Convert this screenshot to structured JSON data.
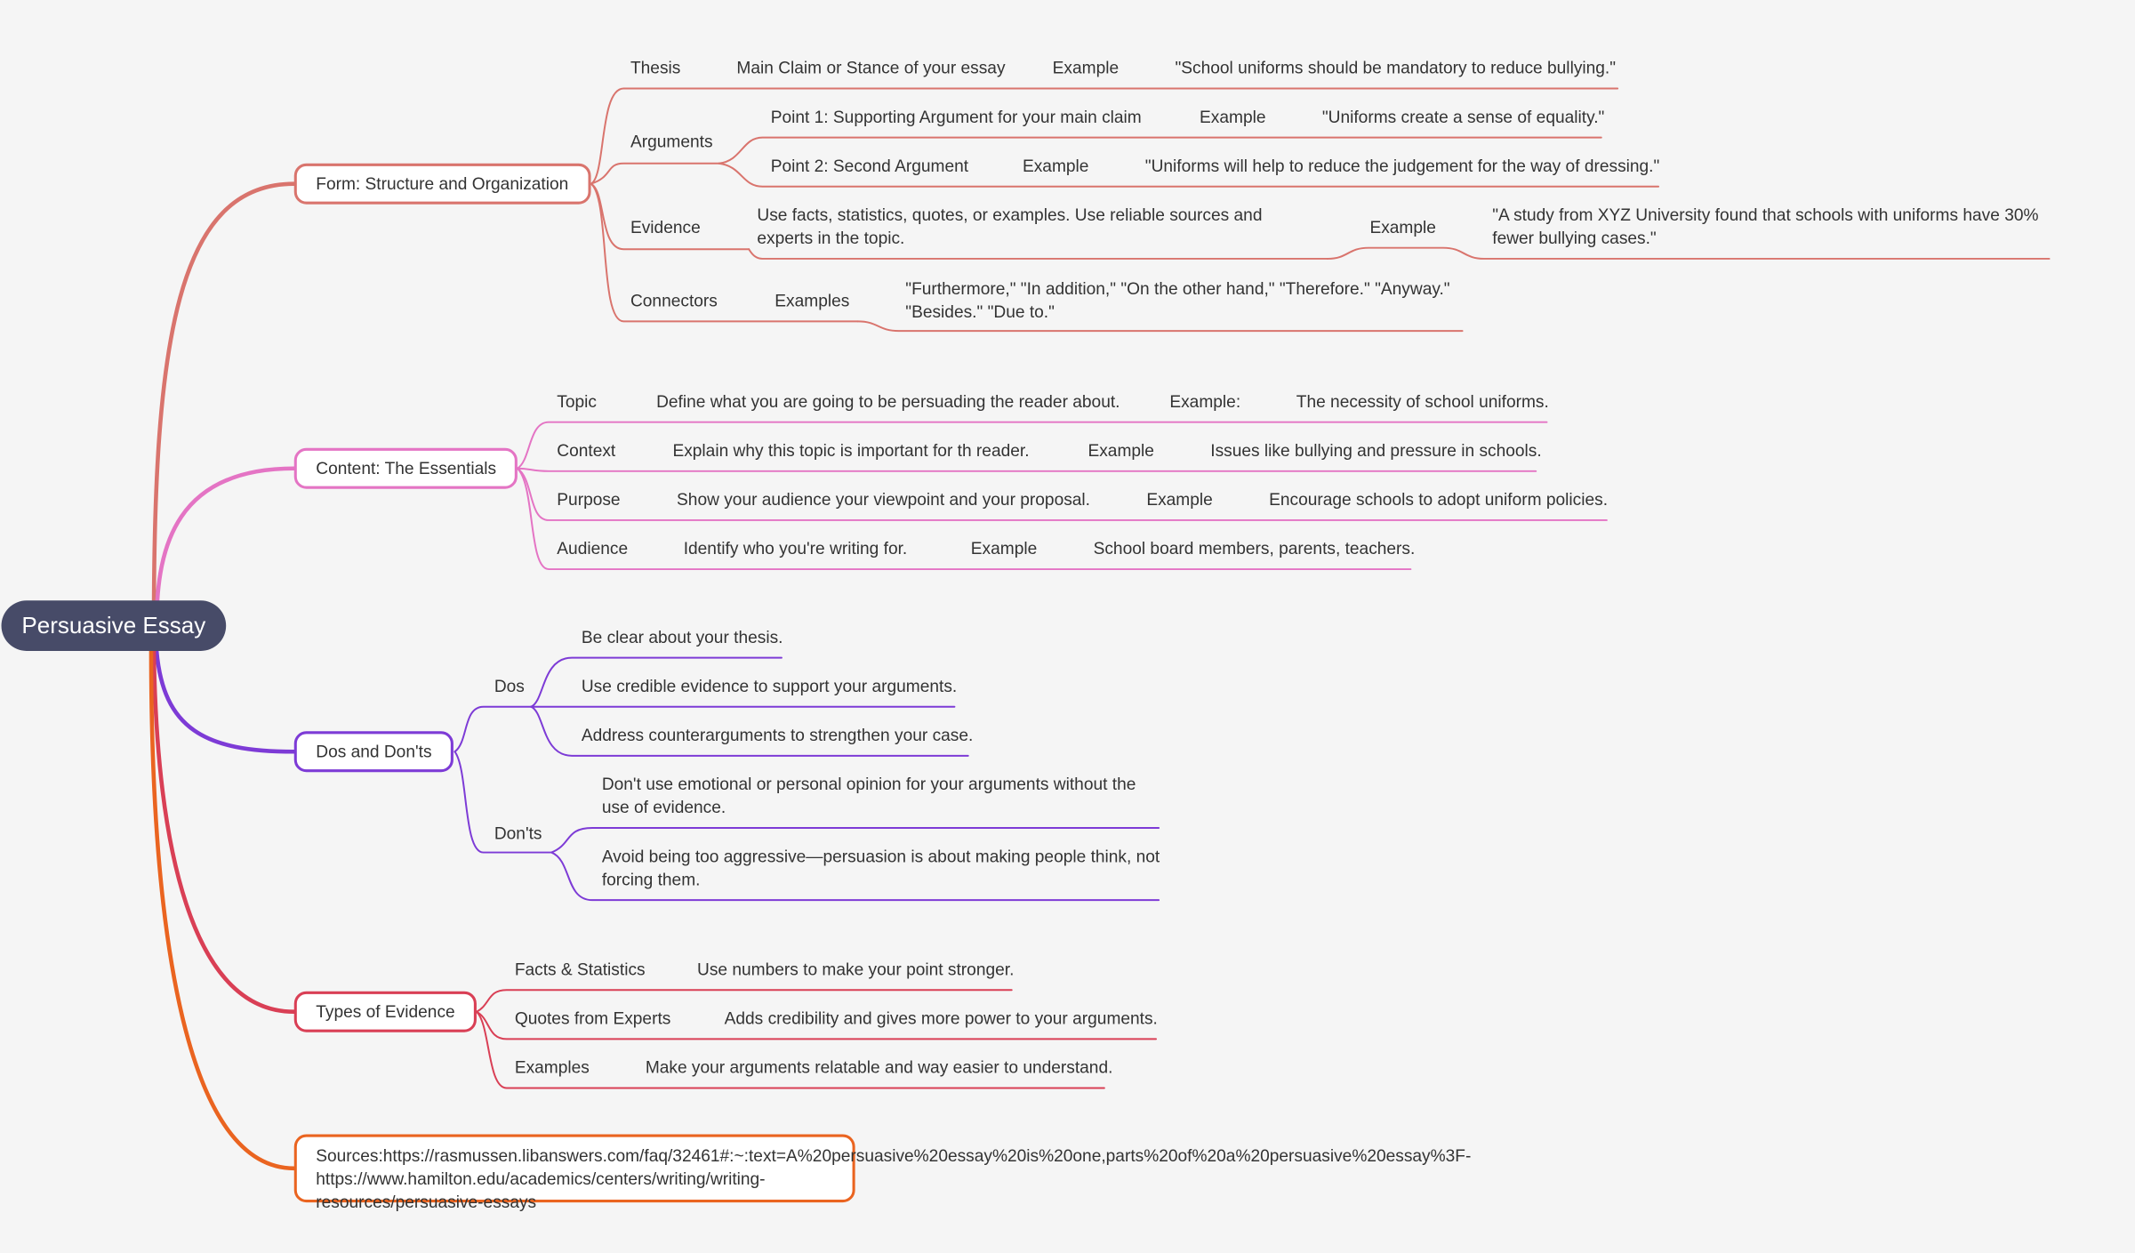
{
  "root": "Persuasive Essay",
  "colors": {
    "root_fill": "#474b68",
    "form": "#d9746d",
    "content": "#e474c4",
    "dos": "#7d3bd6",
    "evidence": "#d93f55",
    "sources": "#ea6420",
    "background": "#f5f5f5"
  },
  "branches": {
    "form": {
      "label": "Form: Structure and Organization",
      "thesis": {
        "label": "Thesis",
        "desc": "Main Claim or Stance of your essay",
        "ex_label": "Example",
        "ex_text": "\"School uniforms should be mandatory to reduce bullying.\""
      },
      "arguments": {
        "label": "Arguments",
        "p1": "Point 1: Supporting Argument for your main claim",
        "p1_ex_label": "Example",
        "p1_ex": "\"Uniforms create a sense of equality.\"",
        "p2": "Point 2: Second Argument",
        "p2_ex_label": "Example",
        "p2_ex": "\"Uniforms will help to reduce the judgement for the way of dressing.\""
      },
      "evidence": {
        "label": "Evidence",
        "desc": "Use facts, statistics, quotes, or examples. Use reliable sources and experts in the topic.",
        "ex_label": "Example",
        "ex_text": "\"A study from XYZ University found that schools with uniforms have 30% fewer bullying cases.\""
      },
      "connectors": {
        "label": "Connectors",
        "ex_label": "Examples",
        "ex_text": "\"Furthermore,\" \"In addition,\" \"On the other hand,\" \"Therefore.\" \"Anyway.\" \"Besides.\" \"Due to.\""
      }
    },
    "content": {
      "label": "Content: The Essentials",
      "topic": {
        "label": "Topic",
        "desc": "Define what you are going to be persuading the reader about.",
        "ex_label": "Example:",
        "ex_text": "The necessity of school uniforms."
      },
      "context": {
        "label": "Context",
        "desc": "Explain why this topic is important for th reader.",
        "ex_label": "Example",
        "ex_text": "Issues like bullying and pressure in schools."
      },
      "purpose": {
        "label": "Purpose",
        "desc": "Show your audience your viewpoint and your proposal.",
        "ex_label": "Example",
        "ex_text": "Encourage schools to adopt uniform policies."
      },
      "audience": {
        "label": "Audience",
        "desc": "Identify who you're writing for.",
        "ex_label": "Example",
        "ex_text": "School board members, parents, teachers."
      }
    },
    "dos": {
      "label": "Dos and Don'ts",
      "dos_label": "Dos",
      "dos_items": [
        "Be clear about your thesis.",
        "Use credible evidence to support your arguments.",
        "Address counterarguments to strengthen your case."
      ],
      "donts_label": "Don'ts",
      "donts_items": [
        "Don't use emotional or personal opinion for your arguments without the use of evidence.",
        "Avoid being too aggressive—persuasion is about making people think, not forcing them."
      ]
    },
    "evidence_types": {
      "label": "Types of Evidence",
      "facts": {
        "label": "Facts & Statistics",
        "desc": "Use numbers to make your point stronger."
      },
      "quotes": {
        "label": "Quotes from Experts",
        "desc": "Adds credibility and gives more power to your arguments."
      },
      "examples": {
        "label": "Examples",
        "desc": "Make your arguments relatable and way easier to understand."
      }
    },
    "sources": {
      "label": "Sources:https://rasmussen.libanswers.com/faq/32461#:~:text=A%20persuasive%20essay%20is%20one,parts%20of%20a%20persuasive%20essay%3F- https://www.hamilton.edu/academics/centers/writing/writing-resources/persuasive-essays"
    }
  }
}
